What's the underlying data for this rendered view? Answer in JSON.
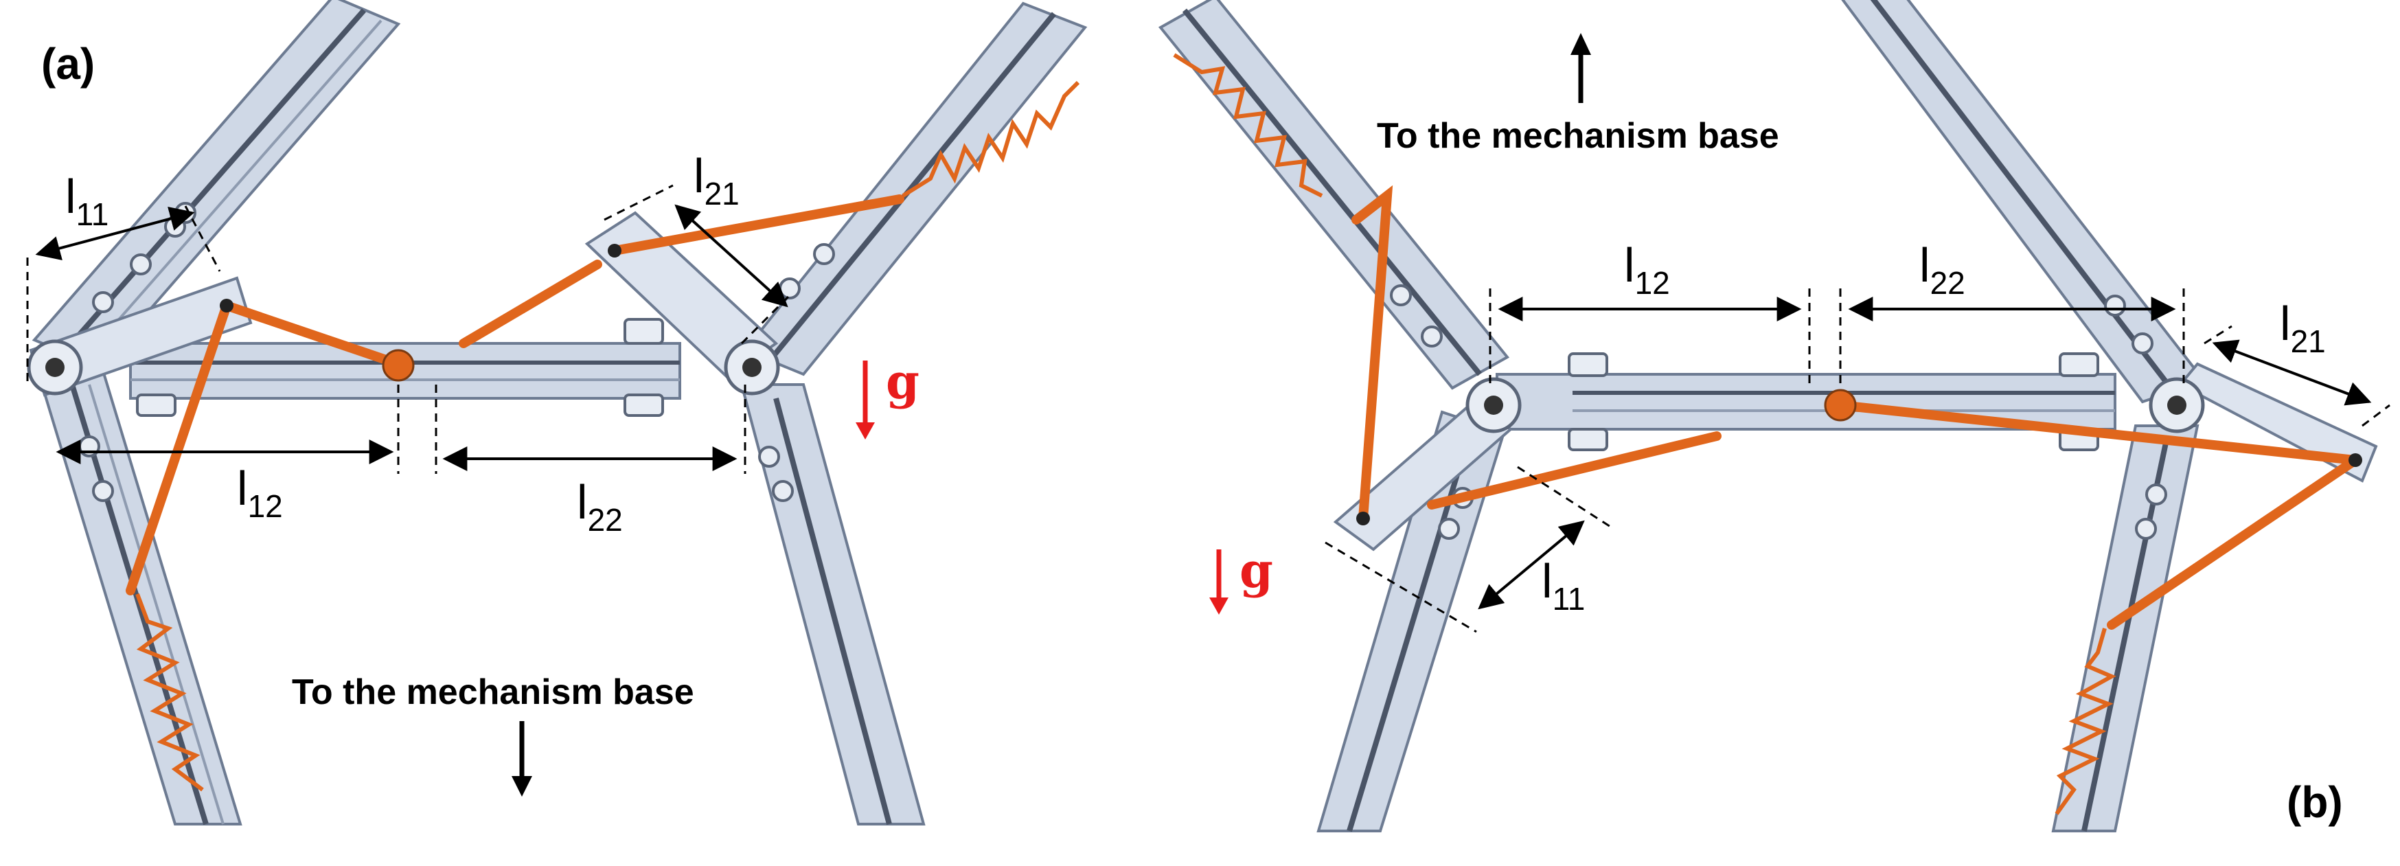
{
  "panels": {
    "a": {
      "label": "(a)",
      "base_note": "To the mechanism base",
      "gravity": "g",
      "dims": {
        "l11": [
          "l",
          "11"
        ],
        "l12": [
          "l",
          "12"
        ],
        "l21": [
          "l",
          "21"
        ],
        "l22": [
          "l",
          "22"
        ]
      }
    },
    "b": {
      "label": "(b)",
      "base_note": "To the mechanism base",
      "gravity": "g",
      "dims": {
        "l11": [
          "l",
          "11"
        ],
        "l12": [
          "l",
          "12"
        ],
        "l21": [
          "l",
          "21"
        ],
        "l22": [
          "l",
          "22"
        ]
      }
    }
  },
  "colors": {
    "rail_fill": "#cfd8e6",
    "rail_edge": "#6d7b92",
    "rail_groove": "#4a5466",
    "cable": "#e0661c",
    "gravity": "#e81c1c",
    "arrow": "#000000",
    "dim_line": "#000000"
  }
}
